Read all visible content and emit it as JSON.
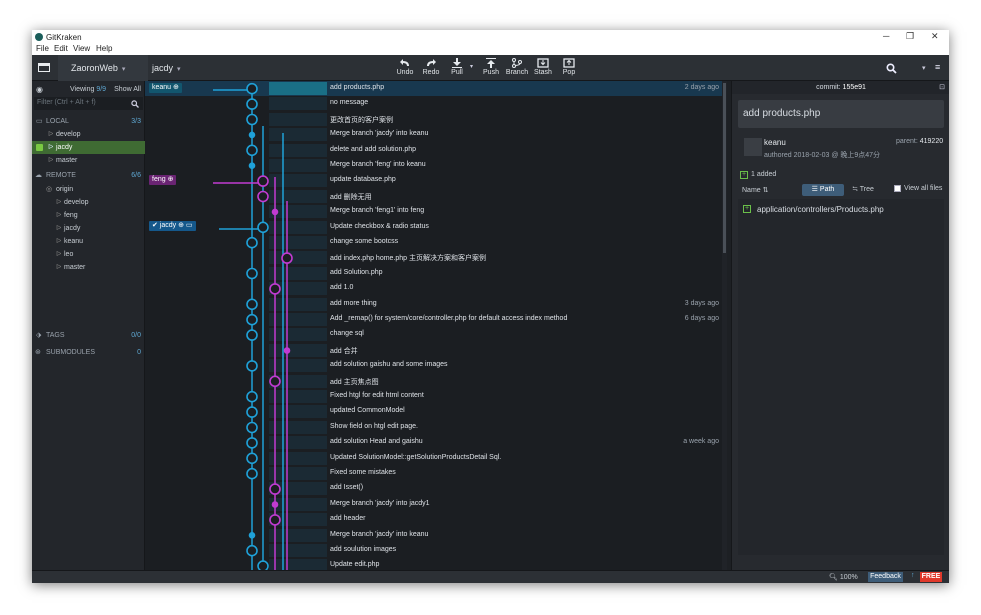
{
  "window": {
    "title": "GitKraken",
    "menu": [
      "File",
      "Edit",
      "View",
      "Help"
    ]
  },
  "toolbar": {
    "repo": "ZaoronWeb",
    "branch": "jacdy",
    "buttons": [
      "Undo",
      "Redo",
      "Pull",
      "Push",
      "Branch",
      "Stash",
      "Pop"
    ]
  },
  "left": {
    "viewing": "Viewing",
    "viewing_count": "9/9",
    "show_all": "Show All",
    "filter_placeholder": "Filter (Ctrl + Alt + f)",
    "local_label": "LOCAL",
    "local_count": "3/3",
    "local_branches": [
      "develop",
      "jacdy",
      "master"
    ],
    "remote_label": "REMOTE",
    "remote_count": "6/6",
    "remote_origin": "origin",
    "remote_branches": [
      "develop",
      "feng",
      "jacdy",
      "keanu",
      "leo",
      "master"
    ],
    "tags_label": "TAGS",
    "tags_count": "0/0",
    "submodules_label": "SUBMODULES",
    "submodules_count": "0"
  },
  "refs": {
    "keanu": "keanu",
    "feng": "feng",
    "jacdy": "jacdy"
  },
  "commits": [
    {
      "msg": "add products.php",
      "when": "2 days ago"
    },
    {
      "msg": "no message",
      "when": ""
    },
    {
      "msg": "更改首页的客户案例",
      "when": ""
    },
    {
      "msg": "Merge branch 'jacdy' into keanu",
      "when": ""
    },
    {
      "msg": "delete and add solution.php",
      "when": ""
    },
    {
      "msg": "Merge branch 'feng' into keanu",
      "when": ""
    },
    {
      "msg": "update database.php",
      "when": ""
    },
    {
      "msg": "add 删除无用",
      "when": ""
    },
    {
      "msg": "Merge branch 'feng1' into feng",
      "when": ""
    },
    {
      "msg": "Update checkbox & radio status",
      "when": ""
    },
    {
      "msg": "change some bootcss",
      "when": ""
    },
    {
      "msg": "add index.php home.php 主页解决方案和客户案例",
      "when": ""
    },
    {
      "msg": "add Solution.php",
      "when": ""
    },
    {
      "msg": "add 1.0",
      "when": ""
    },
    {
      "msg": "add more thing",
      "when": "3 days ago"
    },
    {
      "msg": "Add _remap() for system/core/controller.php for default access index method",
      "when": "6 days ago"
    },
    {
      "msg": "change sql",
      "when": ""
    },
    {
      "msg": "add 合并",
      "when": ""
    },
    {
      "msg": "add solution gaishu and some images",
      "when": ""
    },
    {
      "msg": "add 主页焦点图",
      "when": ""
    },
    {
      "msg": "Fixed htgl for edit html content",
      "when": ""
    },
    {
      "msg": "updated CommonModel",
      "when": ""
    },
    {
      "msg": "Show field on htgl edit page.",
      "when": ""
    },
    {
      "msg": "add solution Head and gaishu",
      "when": "a week ago"
    },
    {
      "msg": "Updated SolutionModel::getSolutionProductsDetail Sql.",
      "when": ""
    },
    {
      "msg": "Fixed some mistakes",
      "when": ""
    },
    {
      "msg": "add Isset()",
      "when": ""
    },
    {
      "msg": "Merge branch 'jacdy' into jacdy1",
      "when": ""
    },
    {
      "msg": "add header",
      "when": ""
    },
    {
      "msg": "Merge branch 'jacdy' into keanu",
      "when": ""
    },
    {
      "msg": "add soulution images",
      "when": ""
    },
    {
      "msg": "Update edit.php",
      "when": ""
    }
  ],
  "detail": {
    "commit_label": "commit:",
    "commit_id": "155e91",
    "message": "add products.php",
    "author": "keanu",
    "parent_label": "parent:",
    "parent_id": "419220",
    "authored": "authored 2018-02-03 @ 晚上9点47分",
    "added": "1 added",
    "name_label": "Name",
    "path_btn": "Path",
    "tree_btn": "Tree",
    "view_all": "View all files",
    "file": "application/controllers/Products.php"
  },
  "status": {
    "zoom": "100%",
    "feedback": "Feedback",
    "free": "FREE"
  },
  "colors": {
    "blue": "#1fa1d8",
    "magenta": "#c13bd1",
    "sel_green": "#3f6b33"
  }
}
